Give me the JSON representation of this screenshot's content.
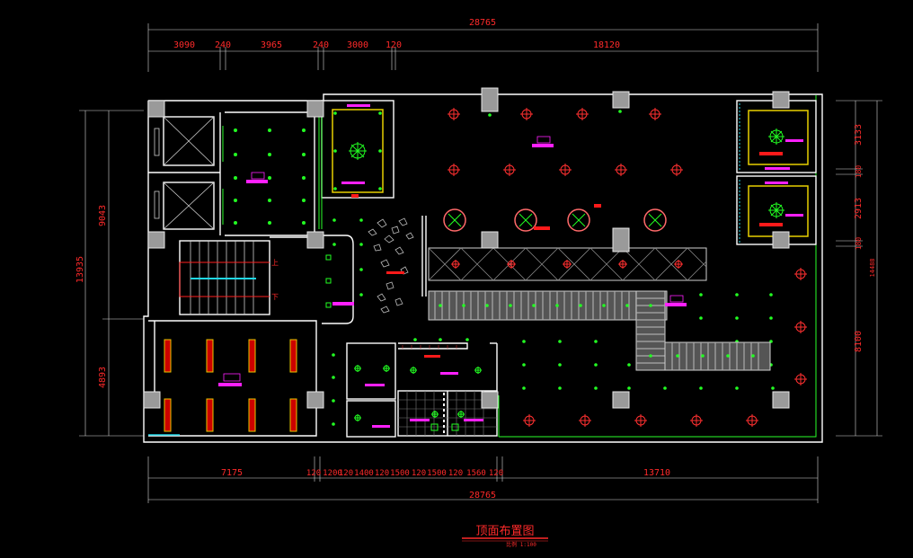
{
  "drawing": {
    "title": "顶面布置图",
    "scale_note": "比例 1:100",
    "colors": {
      "background": "#000000",
      "walls": "#ffffff",
      "dimension_text": "#ff2a2a",
      "fixtures": "#22ff22",
      "tags": "#ff20ff"
    }
  },
  "dimensions": {
    "top_total": "28765",
    "top_segments": [
      "3090",
      "240",
      "3965",
      "240",
      "3000",
      "120",
      "18120"
    ],
    "bottom_segments": [
      "7175",
      "120",
      "1200",
      "120",
      "1400",
      "120",
      "1500",
      "120",
      "1500",
      "120",
      "1560",
      "120",
      "13710"
    ],
    "bottom_total": "28765",
    "left_total": "13935",
    "left_segments": [
      "9043",
      "4893"
    ],
    "right_segments": [
      "3133",
      "180",
      "2913",
      "180",
      "8100"
    ],
    "right_total": "14488"
  },
  "stair_labels": {
    "up": "上",
    "down": "下"
  }
}
